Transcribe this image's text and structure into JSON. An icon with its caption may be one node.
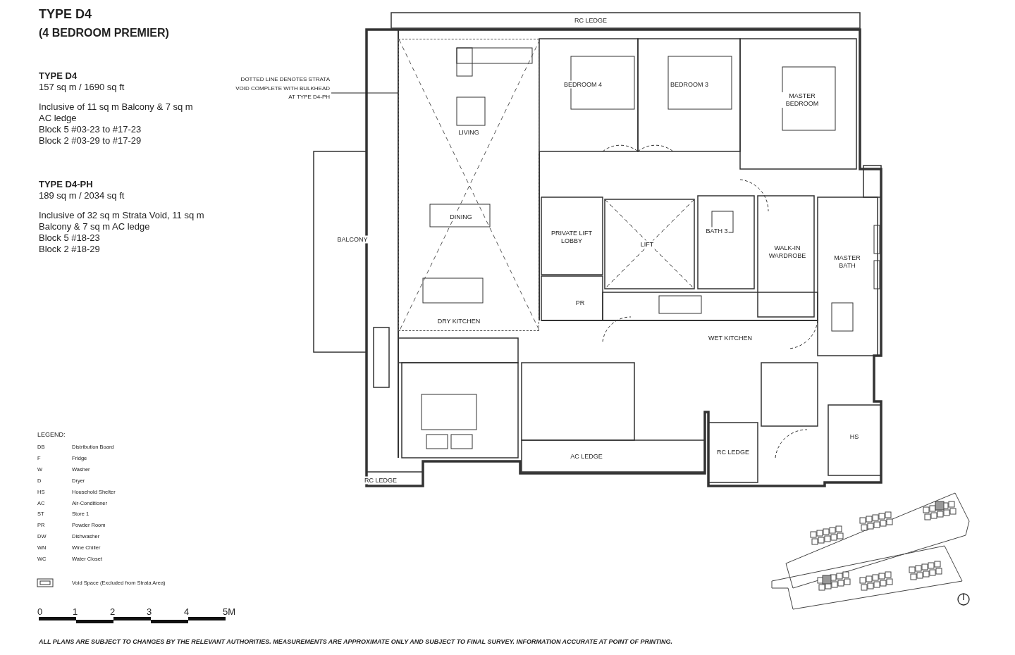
{
  "diagram": {
    "title": "TYPE D4",
    "caption": "ALL PLANS ARE SUBJECT TO CHANGES BY THE RELEVANT AUTHORITIES. MEASUREMENTS ARE APPROXIMATE ONLY AND SUBJECT TO FINAL SURVEY. INFORMATION ACCURATE AT POINT OF PRINTING.",
    "nodes": [
      {
        "text": [
          "DOTTED LINE DENOTES STRATA VOID COMPLETE WITH BULKHEAD AT TYPE D4-PH"
        ]
      },
      {
        "text": [],
        "shape": "box"
      }
    ],
    "edges": [
      {
        "from": 0,
        "to": 1,
        "arrow": "none"
      }
    ],
    "labels": [
      "(4 BEDROOM PREMIER)",
      "TYPE D4",
      "157 sq m / 1690 sq ft",
      "Inclusive of 11 sq m Balcony & 7 sq m AC ledge",
      "Block 5 #03-23 to #17-23",
      "Block 2 #03-29 to #17-29",
      "TYPE D4-PH",
      "189 sq m / 2034 sq ft",
      "Inclusive of 32 sq m Strata Void, 11 sq m Balcony & 7 sq m AC ledge",
      "Block 5 #18-23",
      "Block 2 #18-29",
      "RC LEDGE",
      "BEDROOM 4",
      "BEDROOM 3",
      "MASTER BEDROOM",
      "LIVING",
      "DINING",
      "BATH 3",
      "BALCONY",
      "PRIVATE LIFT LOBBY",
      "LIFT",
      "WALK-IN WARDROBE",
      "MASTER BATH",
      "PR",
      "DRY KITCHEN",
      "WET KITCHEN",
      "HS",
      "RC LEDGE",
      "AC LEDGE",
      "RC LEDGE",
      "LEGEND:",
      "DB",
      "Distribution Board",
      "F",
      "Fridge",
      "W",
      "Washer",
      "D",
      "Dryer",
      "HS",
      "Household Shelter",
      "AC",
      "Air-Conditioner",
      "ST",
      "Store 1",
      "PR",
      "Powder Room",
      "DW",
      "Dishwasher",
      "WN",
      "Wine Chiller",
      "WC",
      "Water Closet",
      "0",
      "1",
      "2",
      "3",
      "4",
      "5M"
    ],
    "legend": [
      {
        "text": "Void Space (Excluded from Strata Area)"
      }
    ]
  }
}
